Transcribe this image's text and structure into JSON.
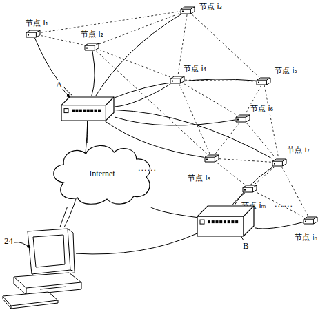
{
  "diagram": {
    "nodes": [
      {
        "text": [
          "节点 i₁"
        ]
      },
      {
        "text": [
          "节点 i₃"
        ]
      },
      {
        "text": [
          "节点 i₂"
        ]
      },
      {
        "text": [
          "节点 i₄"
        ]
      },
      {
        "text": [
          "节点 i₅"
        ]
      },
      {
        "text": [
          "节点 i₆"
        ]
      },
      {
        "text": [
          "A"
        ]
      },
      {
        "text": [
          "节点 i₇"
        ]
      },
      {
        "text": [
          "节点 i₈"
        ]
      },
      {
        "text": [
          "Internet"
        ]
      },
      {
        "text": [
          "节点 iₘ"
        ]
      },
      {
        "text": [
          "B"
        ]
      },
      {
        "text": [
          "节点 iₙ"
        ]
      },
      {
        "text": [
          "24"
        ]
      }
    ],
    "edges": [
      {
        "from": 0,
        "to": 1,
        "arrow": "none"
      },
      {
        "from": 0,
        "to": 2,
        "arrow": "none"
      },
      {
        "from": 2,
        "to": 1,
        "arrow": "none"
      },
      {
        "from": 1,
        "to": 3,
        "arrow": "none"
      },
      {
        "from": 1,
        "to": 4,
        "arrow": "none"
      },
      {
        "from": 2,
        "to": 3,
        "arrow": "none"
      },
      {
        "from": 2,
        "to": 8,
        "arrow": "none"
      },
      {
        "from": 3,
        "to": 4,
        "arrow": "none"
      },
      {
        "from": 3,
        "to": 5,
        "arrow": "none"
      },
      {
        "from": 3,
        "to": 8,
        "arrow": "none"
      },
      {
        "from": 4,
        "to": 5,
        "arrow": "none"
      },
      {
        "from": 4,
        "to": 7,
        "arrow": "none"
      },
      {
        "from": 5,
        "to": 7,
        "arrow": "none"
      },
      {
        "from": 5,
        "to": 8,
        "arrow": "none"
      },
      {
        "from": 8,
        "to": 7,
        "arrow": "none"
      },
      {
        "from": 8,
        "to": 10,
        "arrow": "none"
      },
      {
        "from": 7,
        "to": 10,
        "arrow": "none"
      },
      {
        "from": 7,
        "to": 12,
        "arrow": "none"
      },
      {
        "from": 10,
        "to": 12,
        "arrow": "none"
      },
      {
        "from": 6,
        "to": 0,
        "arrow": "none"
      },
      {
        "from": 6,
        "to": 2,
        "arrow": "none"
      },
      {
        "from": 6,
        "to": 1,
        "arrow": "none"
      },
      {
        "from": 6,
        "to": 3,
        "arrow": "none"
      },
      {
        "from": 6,
        "to": 4,
        "arrow": "none"
      },
      {
        "from": 6,
        "to": 5,
        "arrow": "none"
      },
      {
        "from": 6,
        "to": 7,
        "arrow": "none"
      },
      {
        "from": 6,
        "to": 8,
        "arrow": "none"
      },
      {
        "from": 11,
        "to": 10,
        "arrow": "none"
      },
      {
        "from": 11,
        "to": 12,
        "arrow": "none"
      },
      {
        "from": 11,
        "to": 7,
        "arrow": "none"
      },
      {
        "from": 13,
        "to": 6,
        "arrow": "none"
      },
      {
        "from": 9,
        "to": 6,
        "arrow": "none"
      },
      {
        "from": 9,
        "to": 11,
        "arrow": "none"
      },
      {
        "from": 13,
        "to": 9,
        "arrow": "none"
      },
      {
        "from": 13,
        "to": 11,
        "arrow": "none"
      }
    ],
    "labels": [
      "......",
      "......"
    ]
  }
}
